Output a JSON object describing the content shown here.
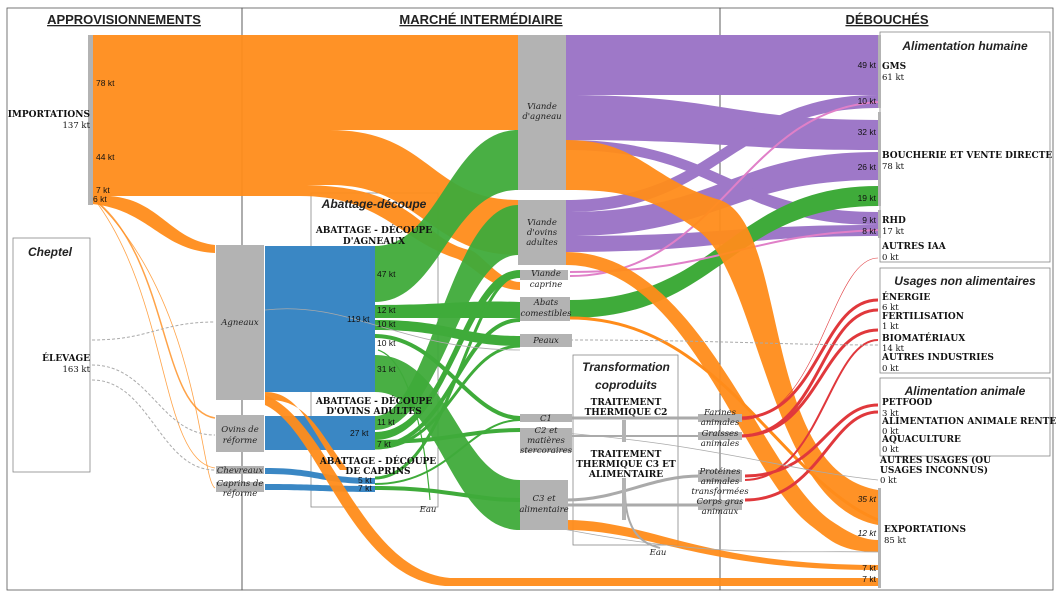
{
  "sections": {
    "supply": "APPROVISIONNEMENTS",
    "market": "MARCHÉ INTERMÉDIAIRE",
    "outlets": "DÉBOUCHÉS"
  },
  "boxes": {
    "cheptel": "Cheptel",
    "abattage": "Abattage-découpe",
    "transformation_1": "Transformation",
    "transformation_2": "coproduits",
    "human": "Alimentation humaine",
    "nonfood": "Usages non alimentaires",
    "animal": "Alimentation animale"
  },
  "sources": {
    "importations": {
      "label": "IMPORTATIONS",
      "value": "137 kt"
    },
    "elevage": {
      "label": "ÉLEVAGE",
      "value": "163 kt"
    }
  },
  "stock_nodes": {
    "agneaux": "Agneaux",
    "ovins_reforme_1": "Ovins de",
    "ovins_reforme_2": "réforme",
    "chevreaux": "Chevreaux",
    "caprins_reforme_1": "Caprins de",
    "caprins_reforme_2": "réforme"
  },
  "slaughter": {
    "agneaux_1": "ABATTAGE - DÉCOUPE",
    "agneaux_2": "D'AGNEAUX",
    "adultes_1": "ABATTAGE - DÉCOUPE",
    "adultes_2": "D'OVINS ADULTES",
    "caprins_1": "ABATTAGE - DÉCOUPE",
    "caprins_2": "DE CAPRINS"
  },
  "market_nodes": {
    "viande_agneau_1": "Viande",
    "viande_agneau_2": "d'agneau",
    "viande_ovins_1": "Viande",
    "viande_ovins_2": "d'ovins",
    "viande_ovins_3": "adultes",
    "viande_caprine_1": "Viande",
    "viande_caprine_2": "caprine",
    "abats_1": "Abats",
    "abats_2": "comestibles",
    "peaux": "Peaux",
    "c1": "C1",
    "c2_1": "C2 et",
    "c2_2": "matières",
    "c2_3": "stercoraires",
    "c3_1": "C3 et",
    "c3_2": "alimentaire",
    "eau_1": "Eau",
    "eau_2": "Eau"
  },
  "transform": {
    "c2_1": "TRAITEMENT",
    "c2_2": "THERMIQUE C2",
    "c3_1": "TRAITEMENT",
    "c3_2": "THERMIQUE C3 ET",
    "c3_3": "ALIMENTAIRE",
    "farines_1": "Farines",
    "farines_2": "animales",
    "graisses_1": "Graisses",
    "graisses_2": "animales",
    "proteines_1": "Protéines",
    "proteines_2": "animales",
    "proteines_3": "transformées",
    "corps_1": "Corps gras",
    "corps_2": "animaux"
  },
  "outlets": {
    "gms": {
      "label": "GMS",
      "value": "61 kt"
    },
    "boucherie": {
      "label": "BOUCHERIE ET VENTE DIRECTE",
      "value": "78 kt"
    },
    "rhd": {
      "label": "RHD",
      "value": "17 kt"
    },
    "autres_iaa": {
      "label": "AUTRES IAA",
      "value": "0 kt"
    },
    "energie": {
      "label": "ÉNERGIE",
      "value": "6 kt"
    },
    "fertilisation": {
      "label": "FERTILISATION",
      "value": "1 kt"
    },
    "biomateriaux": {
      "label": "BIOMATÉRIAUX",
      "value": "14 kt"
    },
    "autres_industries": {
      "label": "AUTRES INDUSTRIES",
      "value": "0 kt"
    },
    "petfood": {
      "label": "PETFOOD",
      "value": "3 kt"
    },
    "alim_rente": {
      "label": "ALIMENTATION ANIMALE RENTE",
      "value": "0 kt"
    },
    "aquaculture": {
      "label": "AQUACULTURE",
      "value": "0 kt"
    },
    "autres_usages_1": "AUTRES USAGES (OU",
    "autres_usages_2": "USAGES INCONNUS)",
    "autres_usages_val": "0 kt",
    "exportations": {
      "label": "EXPORTATIONS",
      "value": "85 kt"
    }
  },
  "flow_values": {
    "imp_78": "78 kt",
    "imp_44": "44 kt",
    "imp_7": "7 kt",
    "imp_6": "6 kt",
    "ag_47": "47 kt",
    "ag_119": "119 kt",
    "ag_12": "12 kt",
    "ag_10a": "10 kt",
    "ag_10b": "10 kt",
    "ag_31": "31 kt",
    "ov_27": "27 kt",
    "ov_11": "11 kt",
    "ov_7": "7 kt",
    "cap_5": "5 kt",
    "cap_7": "7 kt",
    "out_49": "49 kt",
    "out_10": "10 kt",
    "out_32": "32 kt",
    "out_26": "26 kt",
    "out_19": "19 kt",
    "out_9": "9 kt",
    "out_8": "8 kt",
    "out_35": "35 kt",
    "out_12": "12 kt",
    "out_7a": "7 kt",
    "out_7b": "7 kt"
  },
  "colors": {
    "import": "#ff8c1a",
    "sheep": "#3a87c4",
    "market": "#3fab3a",
    "human": "#9e78c8",
    "animal_feed": "#e0383c",
    "node_grey": "#b3b3b3"
  }
}
